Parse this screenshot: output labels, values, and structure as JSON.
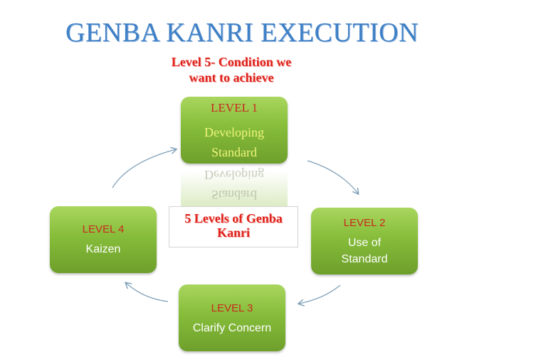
{
  "title": "GENBA KANRI EXECUTION",
  "goal": {
    "line1": "Level 5- Condition we",
    "line2": "want to achieve"
  },
  "center": {
    "line1": "5 Levels of Genba",
    "line2": "Kanri"
  },
  "levels": [
    {
      "level": "LEVEL 1",
      "line1": "Developing",
      "line2": "Standard"
    },
    {
      "level": "LEVEL 2",
      "line1": "Use of",
      "line2": "Standard"
    },
    {
      "level": "LEVEL 3",
      "line1": "Clarify Concern",
      "line2": ""
    },
    {
      "level": "LEVEL 4",
      "line1": "Kaizen",
      "line2": ""
    }
  ],
  "colors": {
    "title": "#3f80c6",
    "red_text": "#e0231c",
    "box_green": "#86bd3a",
    "arrow": "#7d9fb8"
  }
}
